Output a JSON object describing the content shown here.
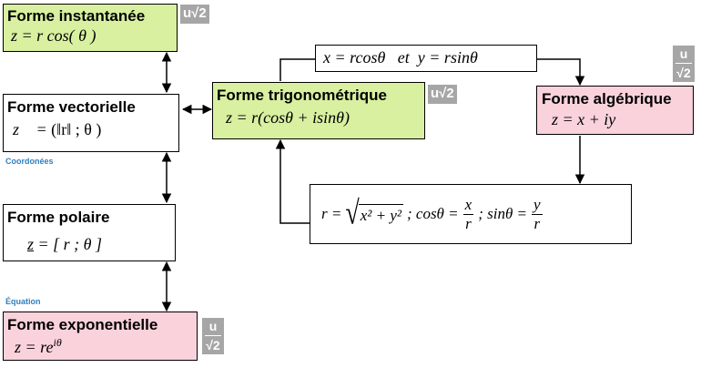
{
  "badges": {
    "u_root2": "u√2",
    "u": "u",
    "root2": "√2"
  },
  "captions": {
    "coordonnees": "Coordonées",
    "equation": "Équation"
  },
  "boxes": {
    "instantanee": {
      "title": "Forme   instantanée",
      "formula": "z = r cos( θ )"
    },
    "vectorielle": {
      "title": "Forme  vectorielle",
      "formula_lhs": "z⃗ =",
      "formula_rhs": "(‖r‖ ; θ )"
    },
    "polaire": {
      "title": "Forme   polaire",
      "formula_lhs": "z",
      "formula_rhs": "= [ r ; θ ]"
    },
    "exponentielle": {
      "title": "Forme exponentielle",
      "formula": "z = re",
      "exponent": "iθ"
    },
    "trigonometrique": {
      "title": "Forme trigonométrique",
      "formula": "z = r(cosθ + isinθ)"
    },
    "algebrique": {
      "title": "Forme algébrique",
      "formula": "z = x + iy"
    },
    "conversion_top": {
      "formula": "x = rcosθ   et  y = rsinθ"
    },
    "conversion_bottom": {
      "r_part": "r =",
      "radicand": "x² + y²",
      "cos_part": "; cosθ =",
      "cos_num": "x",
      "cos_den": "r",
      "sin_part": "; sinθ =",
      "sin_num": "y",
      "sin_den": "r"
    }
  },
  "colors": {
    "green": "#d8f0a0",
    "pink": "#fad2dc",
    "badge": "#a6a6a6",
    "caption": "#2f7fc0"
  }
}
